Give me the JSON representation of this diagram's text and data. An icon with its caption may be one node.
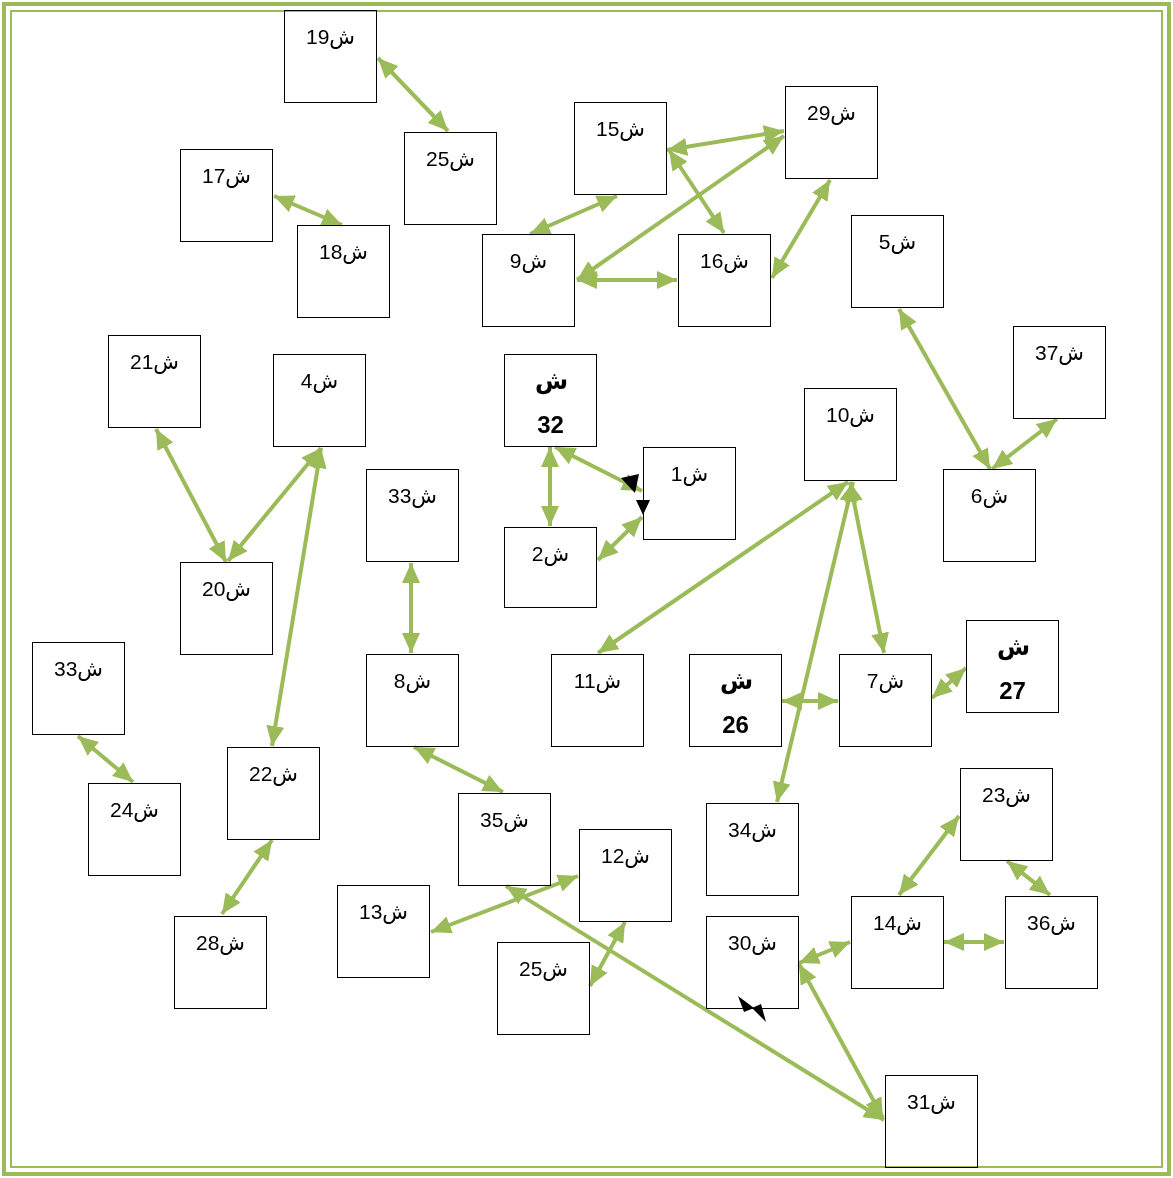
{
  "diagram": {
    "nodes": [
      {
        "text": [
          "ش19"
        ]
      },
      {
        "text": [
          "ش25"
        ]
      },
      {
        "text": [
          "ش15"
        ]
      },
      {
        "text": [
          "ش29"
        ]
      },
      {
        "text": [
          "ش17"
        ]
      },
      {
        "text": [
          "ش18"
        ]
      },
      {
        "text": [
          "ش9"
        ]
      },
      {
        "text": [
          "ش16"
        ]
      },
      {
        "text": [
          "ش5"
        ]
      },
      {
        "text": [
          "ش37"
        ]
      },
      {
        "text": [
          "ش21"
        ]
      },
      {
        "text": [
          "ش4"
        ]
      },
      {
        "text": [
          "ش 32"
        ]
      },
      {
        "text": [
          "ش10"
        ]
      },
      {
        "text": [
          "ش1"
        ]
      },
      {
        "text": [
          "ش6"
        ]
      },
      {
        "text": [
          "ش33"
        ]
      },
      {
        "text": [
          "ش2"
        ]
      },
      {
        "text": [
          "ش20"
        ]
      },
      {
        "text": [
          "ش33"
        ]
      },
      {
        "text": [
          "ش8"
        ]
      },
      {
        "text": [
          "ش11"
        ]
      },
      {
        "text": [
          "ش 26"
        ]
      },
      {
        "text": [
          "ش7"
        ]
      },
      {
        "text": [
          "ش 27"
        ]
      },
      {
        "text": [
          "ش22"
        ]
      },
      {
        "text": [
          "ش24"
        ]
      },
      {
        "text": [
          "ش35"
        ]
      },
      {
        "text": [
          "ش12"
        ]
      },
      {
        "text": [
          "ش34"
        ]
      },
      {
        "text": [
          "ش23"
        ]
      },
      {
        "text": [
          "ش13"
        ]
      },
      {
        "text": [
          "ش14"
        ]
      },
      {
        "text": [
          "ش36"
        ]
      },
      {
        "text": [
          "ش28"
        ]
      },
      {
        "text": [
          "ش25"
        ]
      },
      {
        "text": [
          "ش30"
        ]
      },
      {
        "text": [
          "ش31"
        ]
      }
    ],
    "edges": [
      {
        "from": 0,
        "to": 1,
        "arrow": "both"
      },
      {
        "from": 2,
        "to": 3,
        "arrow": "both"
      },
      {
        "from": 2,
        "to": 6,
        "arrow": "both"
      },
      {
        "from": 3,
        "to": 6,
        "arrow": "both"
      },
      {
        "from": 2,
        "to": 7,
        "arrow": "both"
      },
      {
        "from": 6,
        "to": 7,
        "arrow": "both"
      },
      {
        "from": 3,
        "to": 7,
        "arrow": "both"
      },
      {
        "from": 4,
        "to": 5,
        "arrow": "both"
      },
      {
        "from": 8,
        "to": 15,
        "arrow": "both"
      },
      {
        "from": 9,
        "to": 15,
        "arrow": "both"
      },
      {
        "from": 10,
        "to": 18,
        "arrow": "both"
      },
      {
        "from": 11,
        "to": 18,
        "arrow": "both"
      },
      {
        "from": 11,
        "to": 25,
        "arrow": "both"
      },
      {
        "from": 12,
        "to": 17,
        "arrow": "both"
      },
      {
        "from": 12,
        "to": 14,
        "arrow": "both"
      },
      {
        "from": 17,
        "to": 14,
        "arrow": "both"
      },
      {
        "from": 13,
        "to": 21,
        "arrow": "both"
      },
      {
        "from": 13,
        "to": 23,
        "arrow": "both"
      },
      {
        "from": 13,
        "to": 29,
        "arrow": "both"
      },
      {
        "from": 22,
        "to": 23,
        "arrow": "both"
      },
      {
        "from": 23,
        "to": 24,
        "arrow": "both"
      },
      {
        "from": 16,
        "to": 20,
        "arrow": "both"
      },
      {
        "from": 20,
        "to": 27,
        "arrow": "both"
      },
      {
        "from": 19,
        "to": 26,
        "arrow": "both"
      },
      {
        "from": 25,
        "to": 34,
        "arrow": "both"
      },
      {
        "from": 31,
        "to": 28,
        "arrow": "both"
      },
      {
        "from": 27,
        "to": 37,
        "arrow": "both"
      },
      {
        "from": 28,
        "to": 35,
        "arrow": "both"
      },
      {
        "from": 36,
        "to": 32,
        "arrow": "both"
      },
      {
        "from": 36,
        "to": 37,
        "arrow": "both"
      },
      {
        "from": 32,
        "to": 33,
        "arrow": "both"
      },
      {
        "from": 30,
        "to": 32,
        "arrow": "both"
      },
      {
        "from": 30,
        "to": 33,
        "arrow": "both"
      }
    ]
  }
}
